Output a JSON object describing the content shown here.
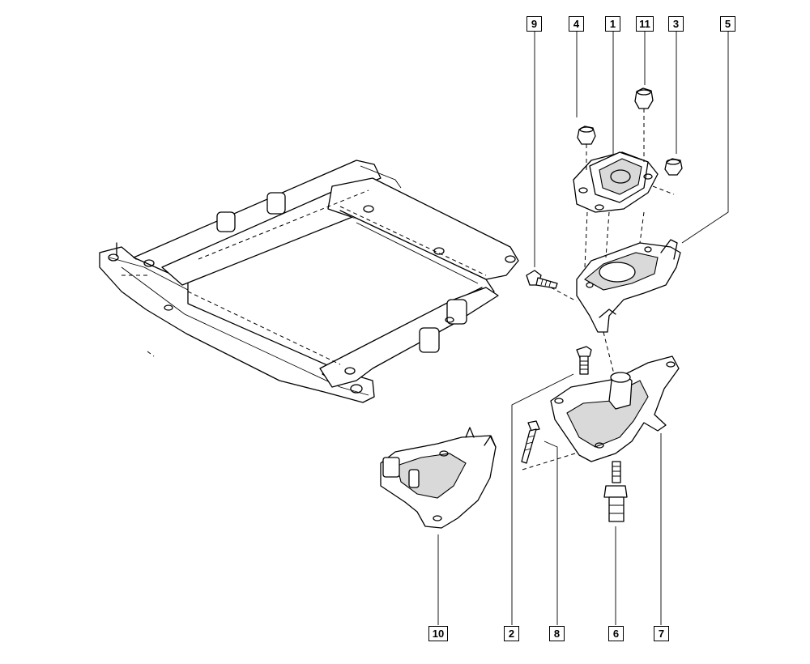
{
  "callouts": {
    "c9": "9",
    "c4": "4",
    "c1": "1",
    "c11": "11",
    "c3": "3",
    "c5": "5",
    "c10": "10",
    "c2": "2",
    "c8": "8",
    "c6": "6",
    "c7": "7"
  }
}
